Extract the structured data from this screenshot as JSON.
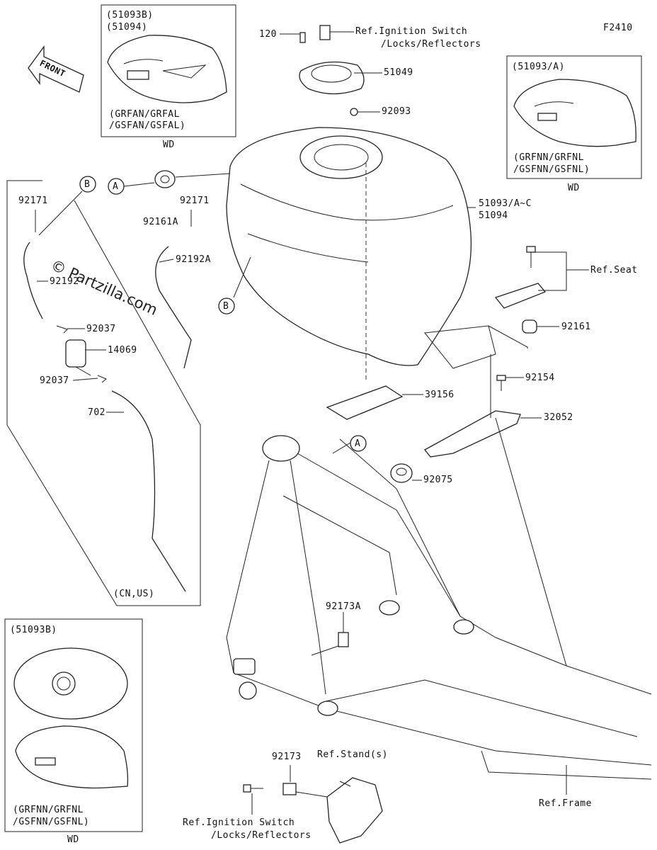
{
  "diagram_code": "F2410",
  "front_arrow_label": "FRONT",
  "watermark": "© Partzilla.com",
  "callouts": {
    "a": "A",
    "b": "B"
  },
  "insets": {
    "top_left": {
      "codes": [
        "(51093B)",
        "(51094)"
      ],
      "models": [
        "(GRFAN/GRFAL",
        "/GSFAN/GSFAL)"
      ],
      "region": "WD"
    },
    "top_right": {
      "codes": [
        "(51093/A)"
      ],
      "models": [
        "(GRFNN/GRFNL",
        "/GSFNN/GSFNL)"
      ],
      "region": "WD"
    },
    "bottom_left": {
      "codes": [
        "(51093B)"
      ],
      "models": [
        "(GRFNN/GRFNL",
        "/GSFNN/GSFNL)"
      ],
      "region": "WD"
    },
    "hose_group_region": "(CN,US)"
  },
  "parts": {
    "p120": "120",
    "ref_ign_top": "Ref.Ignition Switch",
    "ref_ign_top_2": "/Locks/Reflectors",
    "p51049": "51049",
    "p92093": "92093",
    "p51093": "51093/A~C",
    "p51094": "51094",
    "p92171_left": "92171",
    "p92171_mid": "92171",
    "p92161A": "92161A",
    "p92192A": "92192A",
    "p92192": "92192",
    "p92037_top": "92037",
    "p14069": "14069",
    "p92037_bot": "92037",
    "p702": "702",
    "ref_seat": "Ref.Seat",
    "p92161": "92161",
    "p92154": "92154",
    "p39156": "39156",
    "p32052": "32052",
    "p92075": "92075",
    "p92173A": "92173A",
    "p92173": "92173",
    "ref_stand": "Ref.Stand(s)",
    "ref_frame": "Ref.Frame",
    "ref_ign_bot": "Ref.Ignition Switch",
    "ref_ign_bot_2": "/Locks/Reflectors"
  }
}
